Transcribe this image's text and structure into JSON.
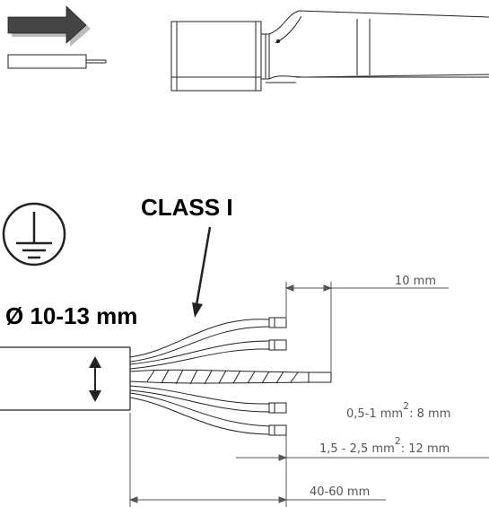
{
  "class_label": "CLASS I",
  "diameter_label": "Ø 10-13 mm",
  "dimensions": {
    "strip_length": "10 mm",
    "small_wire": {
      "prefix": "0,5-1 mm",
      "exp": "2",
      "suffix": ": 8 mm"
    },
    "large_wire": {
      "prefix": "1,5 - 2,5 mm",
      "exp": "2",
      "suffix": ": 12 mm"
    },
    "sheath_strip": "40-60 mm"
  },
  "icons": {
    "direction_arrow": "arrow-right-icon",
    "earth_symbol": "protective-earth-icon"
  },
  "colors": {
    "arrow_fill": "#444444",
    "arrow_shadow": "#bbbbbb",
    "line": "#222222",
    "dim_line": "#555555"
  }
}
